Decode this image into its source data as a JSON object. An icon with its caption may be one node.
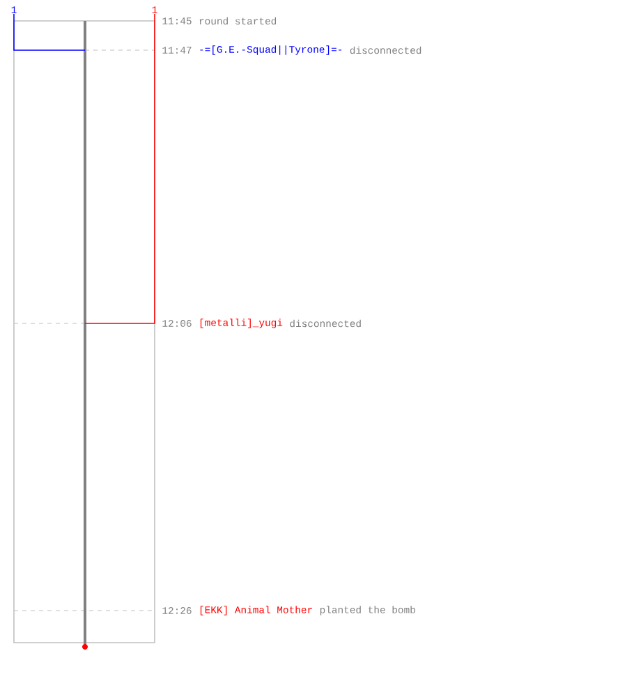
{
  "diagram": {
    "labels": [
      "1",
      "1",
      "11:45",
      "round started",
      "11:47",
      "-=[G.E.-Squad||Tyrone]=-",
      "disconnected",
      "12:06",
      "[metalli]_yugi",
      "disconnected",
      "12:26",
      "[EKK] Animal Mother",
      "planted the bomb"
    ]
  }
}
